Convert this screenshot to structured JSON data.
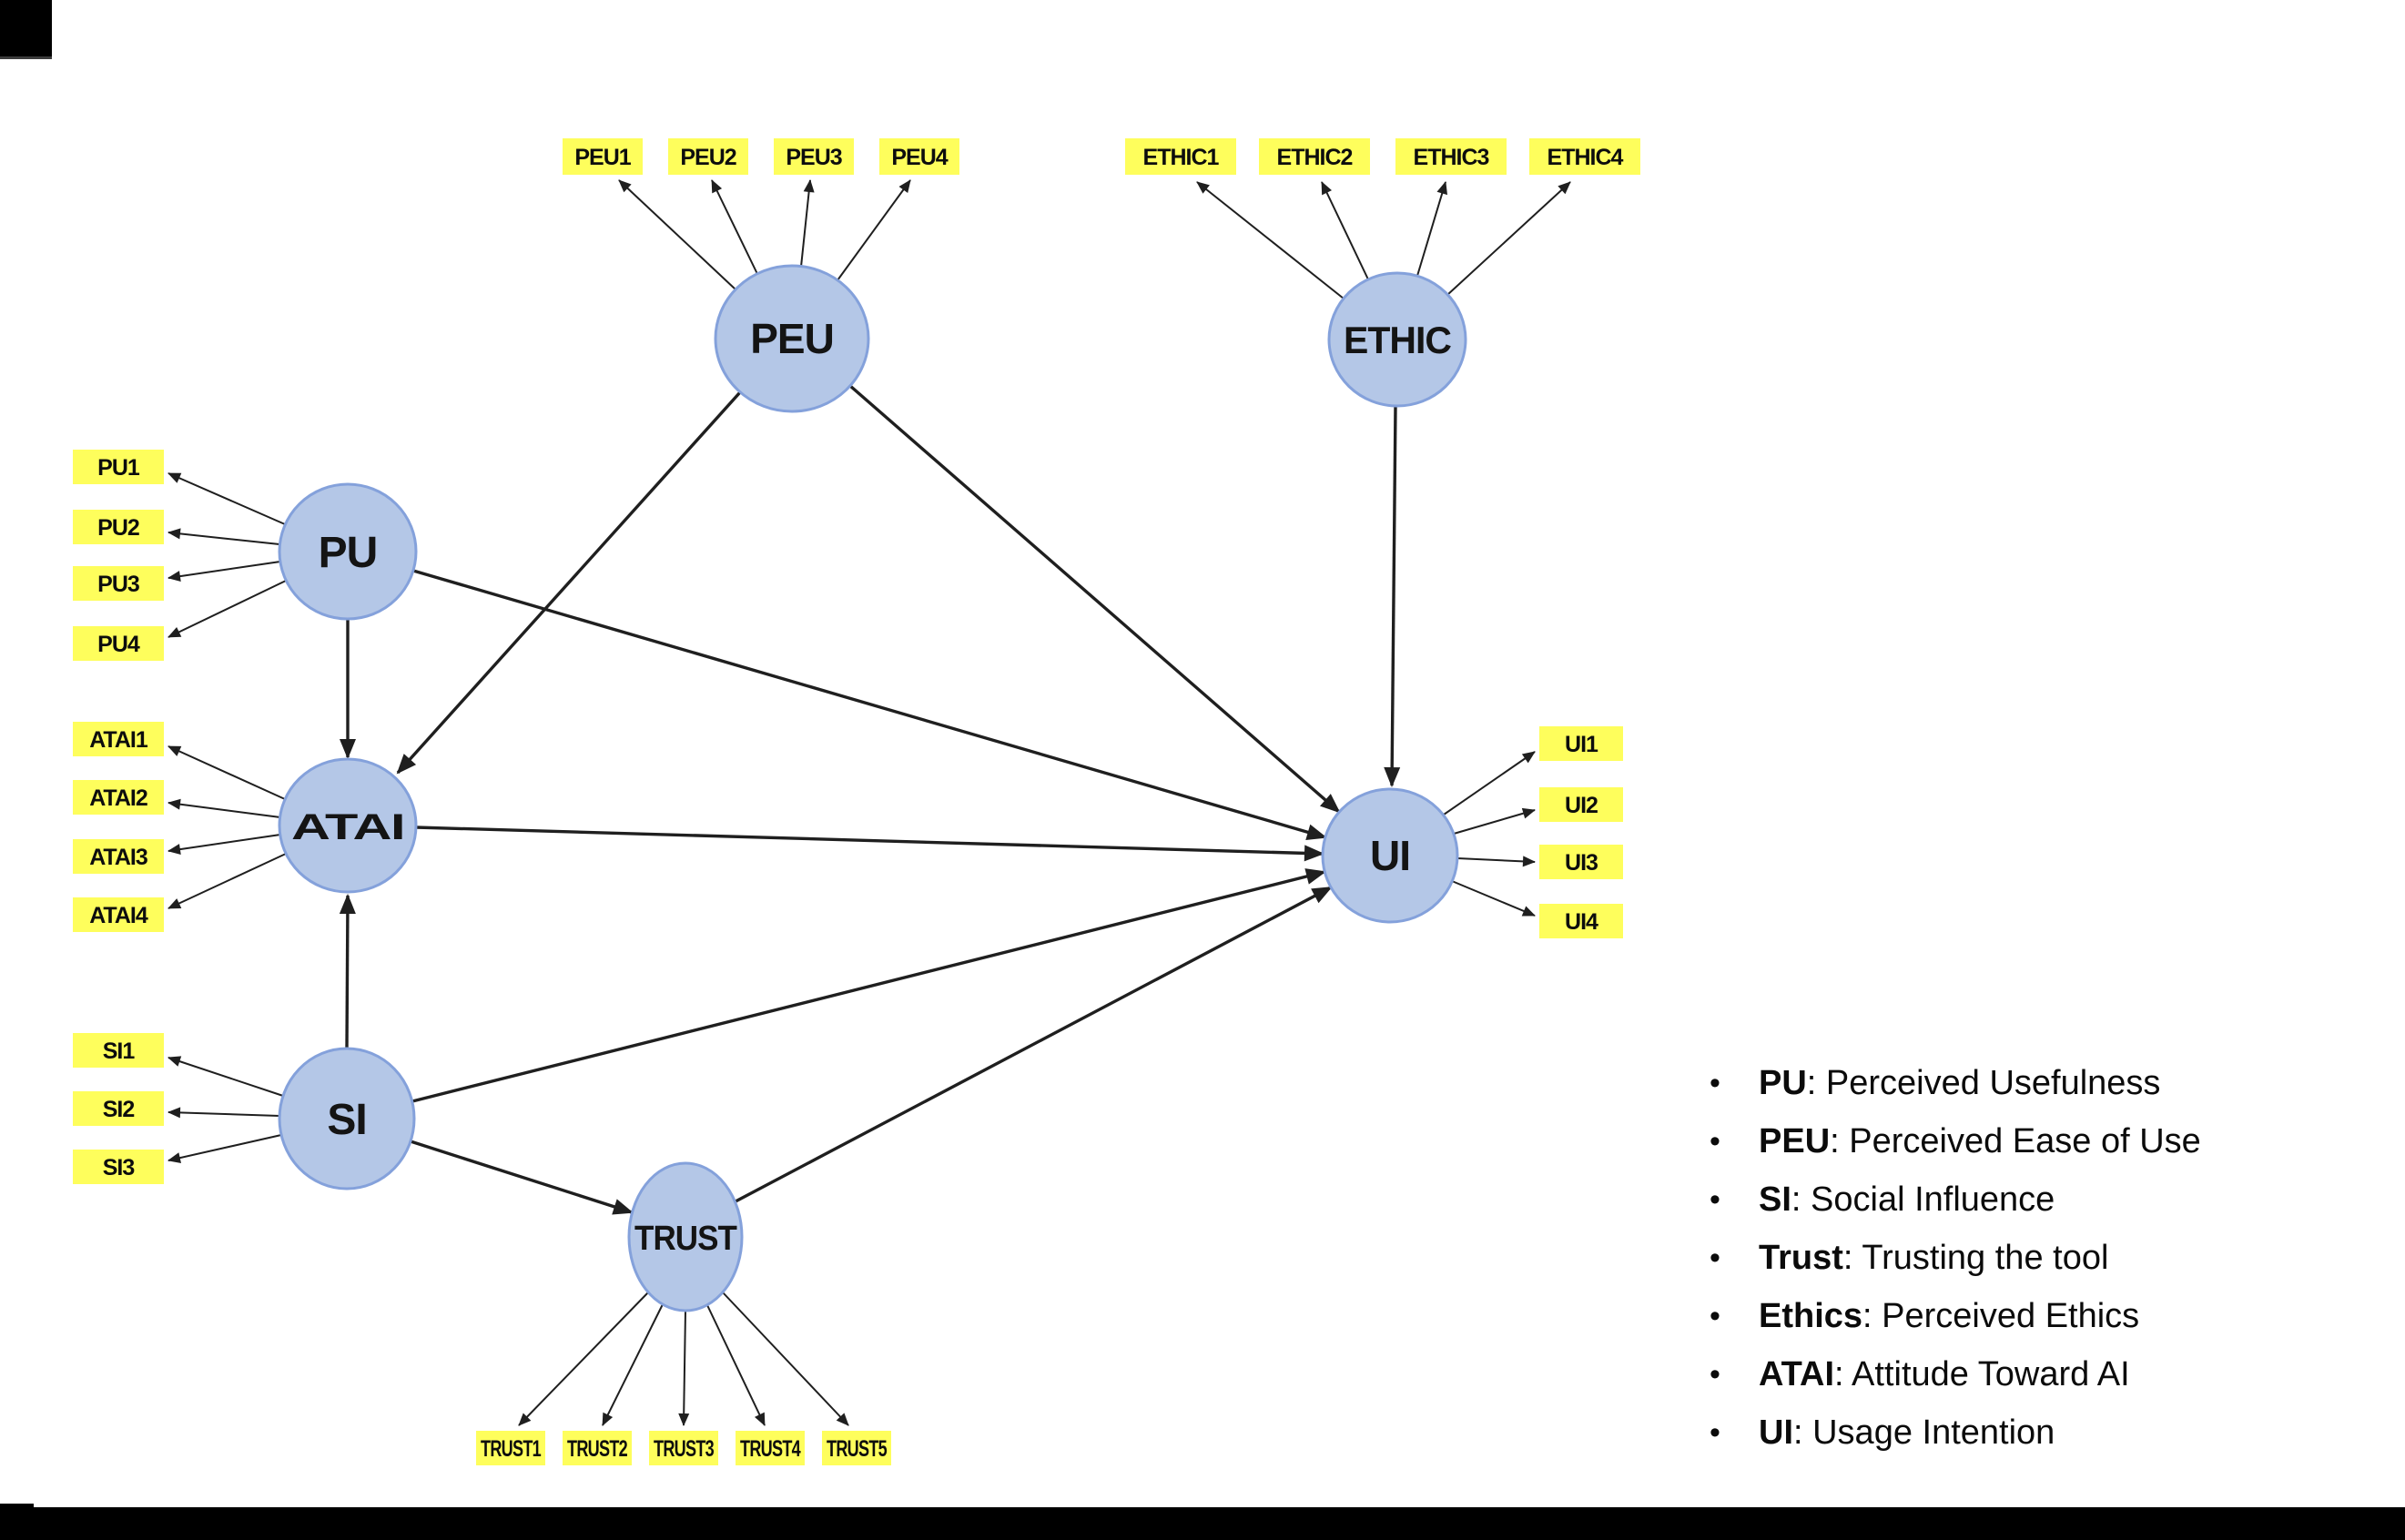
{
  "colors": {
    "latent_fill": "#B4C7E7",
    "latent_stroke": "#84A1DB",
    "indicator_fill": "#FEFE5C",
    "arrow": "#1F1F1F",
    "footer_bar": "#000000"
  },
  "diagram": {
    "latent_variables": [
      {
        "id": "PEU",
        "label": "PEU",
        "indicators": [
          "PEU1",
          "PEU2",
          "PEU3",
          "PEU4"
        ]
      },
      {
        "id": "ETHIC",
        "label": "ETHIC",
        "indicators": [
          "ETHIC1",
          "ETHIC2",
          "ETHIC3",
          "ETHIC4"
        ]
      },
      {
        "id": "PU",
        "label": "PU",
        "indicators": [
          "PU1",
          "PU2",
          "PU3",
          "PU4"
        ]
      },
      {
        "id": "ATAI",
        "label": "ATAI",
        "indicators": [
          "ATAI1",
          "ATAI2",
          "ATAI3",
          "ATAI4"
        ]
      },
      {
        "id": "SI",
        "label": "SI",
        "indicators": [
          "SI1",
          "SI2",
          "SI3"
        ]
      },
      {
        "id": "TRUST",
        "label": "TRUST",
        "indicators": [
          "TRUST1",
          "TRUST2",
          "TRUST3",
          "TRUST4",
          "TRUST5"
        ]
      },
      {
        "id": "UI",
        "label": "UI",
        "indicators": [
          "UI1",
          "UI2",
          "UI3",
          "UI4"
        ]
      }
    ],
    "structural_paths": [
      {
        "from": "PEU",
        "to": "ATAI"
      },
      {
        "from": "PEU",
        "to": "UI"
      },
      {
        "from": "PU",
        "to": "ATAI"
      },
      {
        "from": "PU",
        "to": "UI"
      },
      {
        "from": "ATAI",
        "to": "UI"
      },
      {
        "from": "SI",
        "to": "ATAI"
      },
      {
        "from": "SI",
        "to": "TRUST"
      },
      {
        "from": "SI",
        "to": "UI"
      },
      {
        "from": "TRUST",
        "to": "UI"
      },
      {
        "from": "ETHIC",
        "to": "UI"
      }
    ]
  },
  "legend": {
    "items": [
      {
        "term": "PU",
        "definition": ": Perceived Usefulness"
      },
      {
        "term": "PEU",
        "definition": ": Perceived Ease of Use"
      },
      {
        "term": "SI",
        "definition": ": Social Influence"
      },
      {
        "term": "Trust",
        "definition": ": Trusting the tool"
      },
      {
        "term": "Ethics",
        "definition": ": Perceived Ethics"
      },
      {
        "term": "ATAI",
        "definition": ": Attitude Toward AI"
      },
      {
        "term": "UI",
        "definition": ": Usage Intention"
      }
    ]
  }
}
